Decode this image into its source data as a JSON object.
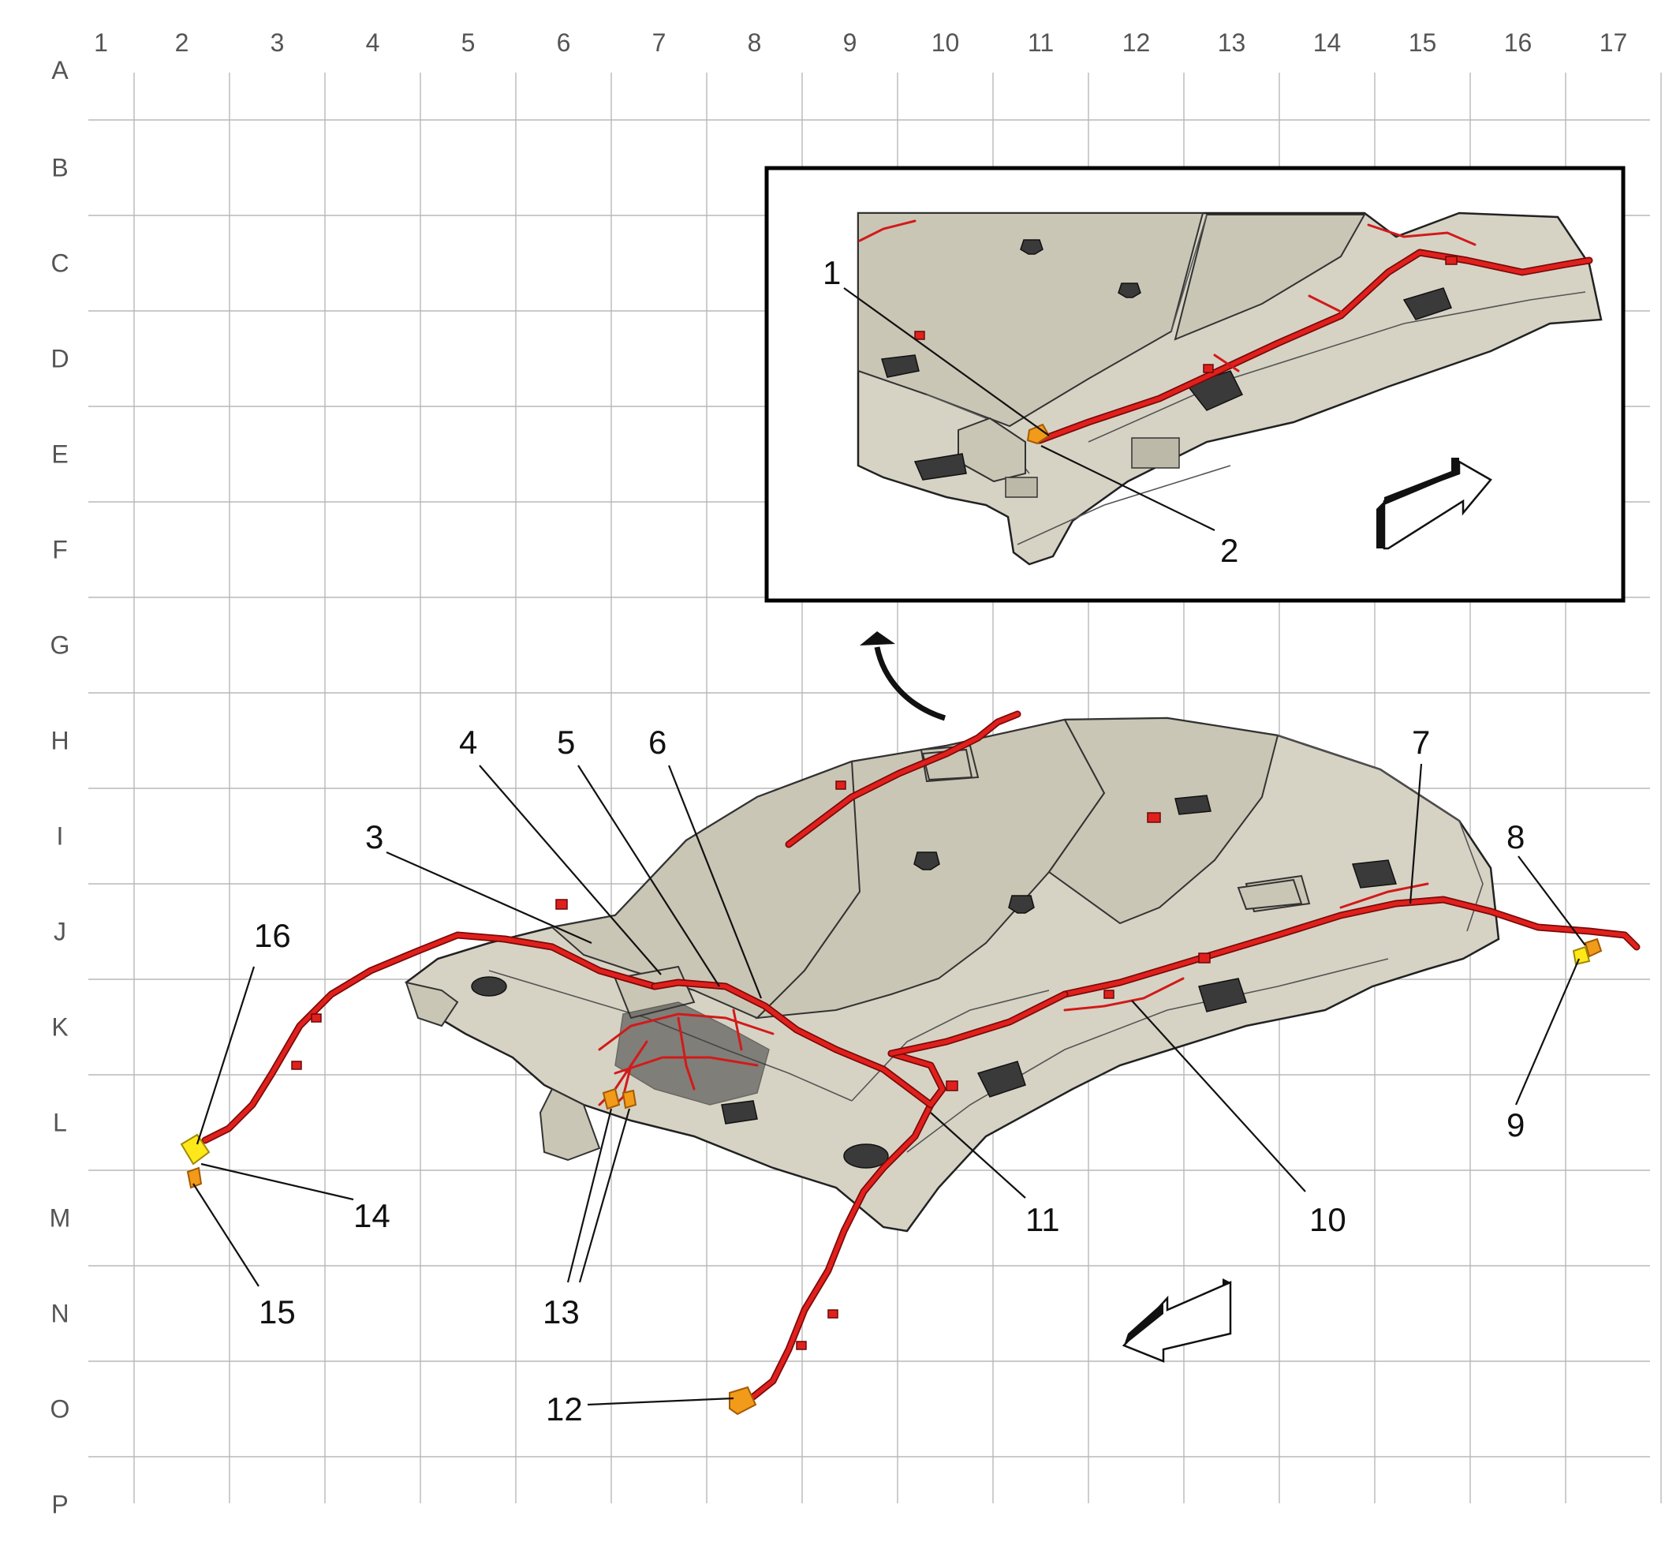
{
  "grid": {
    "columns": [
      "1",
      "2",
      "3",
      "4",
      "5",
      "6",
      "7",
      "8",
      "9",
      "10",
      "11",
      "12",
      "13",
      "14",
      "15",
      "16",
      "17"
    ],
    "rows": [
      "A",
      "B",
      "C",
      "D",
      "E",
      "F",
      "G",
      "H",
      "I",
      "J",
      "K",
      "L",
      "M",
      "N",
      "O",
      "P"
    ]
  },
  "callouts": [
    {
      "id": "c1",
      "label": "1"
    },
    {
      "id": "c2",
      "label": "2"
    },
    {
      "id": "c3",
      "label": "3"
    },
    {
      "id": "c4",
      "label": "4"
    },
    {
      "id": "c5",
      "label": "5"
    },
    {
      "id": "c6",
      "label": "6"
    },
    {
      "id": "c7",
      "label": "7"
    },
    {
      "id": "c8",
      "label": "8"
    },
    {
      "id": "c9",
      "label": "9"
    },
    {
      "id": "c10",
      "label": "10"
    },
    {
      "id": "c11",
      "label": "11"
    },
    {
      "id": "c12",
      "label": "12"
    },
    {
      "id": "c13",
      "label": "13"
    },
    {
      "id": "c14",
      "label": "14"
    },
    {
      "id": "c15",
      "label": "15"
    },
    {
      "id": "c16",
      "label": "16"
    }
  ],
  "colors": {
    "harness": "#e0201c",
    "connector_orange": "#f29a1a",
    "connector_yellow": "#ffe81a",
    "headliner": "#d6d3c5",
    "grid": "#b8b8b8"
  },
  "icons": [
    "forward-direction-arrow-icon",
    "detail-view-curved-arrow-icon"
  ]
}
